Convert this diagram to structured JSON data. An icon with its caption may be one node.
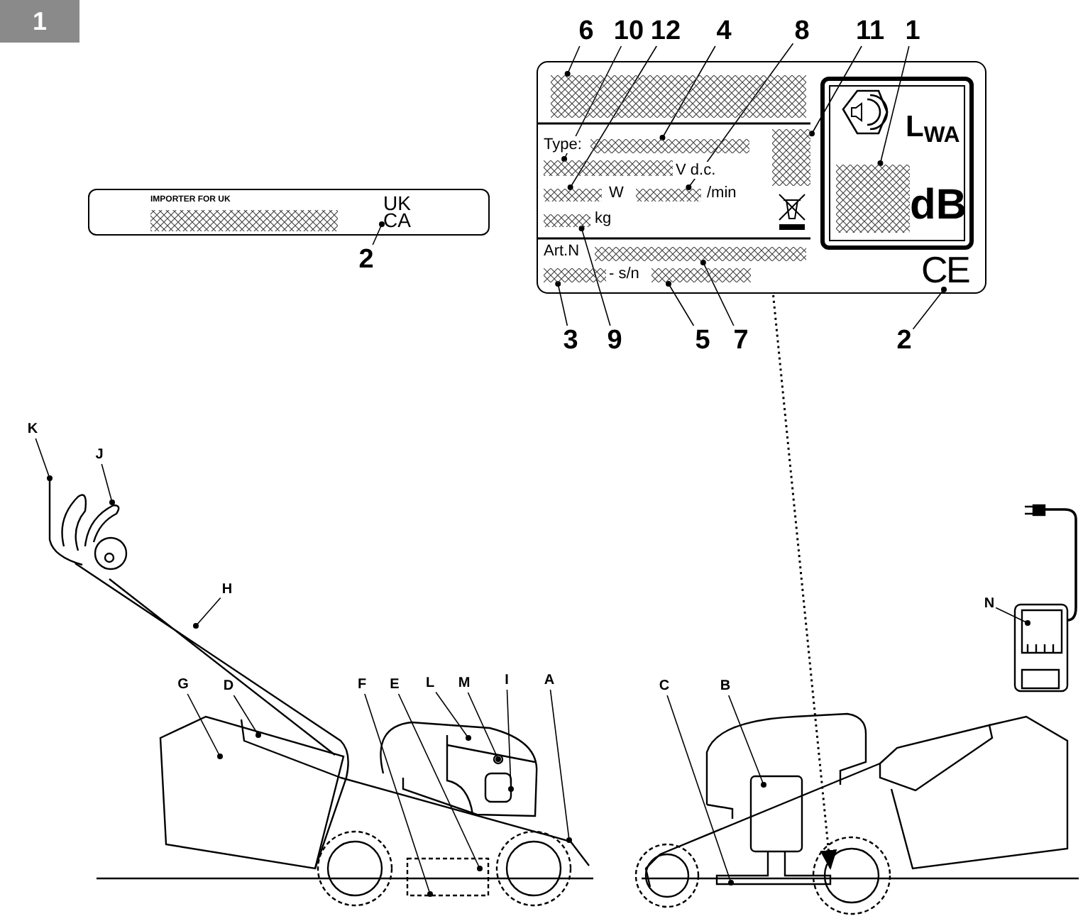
{
  "diagram": {
    "nodes": [
      {
        "text": [
          "IMPORTER FOR UK",
          "UK CA"
        ]
      },
      {
        "text": [
          "Type:",
          "V d.c.",
          "W",
          "/min",
          "kg",
          "Art.N",
          "- s/n"
        ]
      },
      {
        "text": [
          "L$_{WA}$",
          "dB"
        ],
        "in": 1
      },
      {
        "text": [],
        "shape": "box",
        "in": 2
      },
      {
        "text": [],
        "shape": "box",
        "in": 1
      },
      {
        "text": [],
        "shape": "box",
        "in": 1
      },
      {
        "text": [],
        "shape": "box",
        "in": 1
      },
      {
        "text": [],
        "shape": "box",
        "in": 1
      },
      {
        "text": [],
        "shape": "box",
        "in": 1
      },
      {
        "text": [],
        "shape": "box",
        "in": 1
      },
      {
        "text": [],
        "shape": "box",
        "in": 1
      },
      {
        "text": [],
        "shape": "box",
        "in": 1
      },
      {
        "text": [],
        "shape": "box",
        "in": 1
      },
      {
        "text": [],
        "shape": "box",
        "in": 1
      },
      {
        "text": [
          "CE"
        ],
        "in": 1
      },
      {
        "text": [
          "6"
        ]
      },
      {
        "text": [
          "10"
        ]
      },
      {
        "text": [
          "12"
        ]
      },
      {
        "text": [
          "4"
        ]
      },
      {
        "text": [
          "8"
        ]
      },
      {
        "text": [
          "11"
        ]
      },
      {
        "text": [
          "1"
        ]
      },
      {
        "text": [
          "2"
        ]
      },
      {
        "text": [
          "3"
        ]
      },
      {
        "text": [
          "9"
        ]
      },
      {
        "text": [
          "5"
        ]
      },
      {
        "text": [
          "7"
        ]
      },
      {
        "text": [
          "2"
        ]
      },
      {
        "text": [
          "K"
        ]
      },
      {
        "text": [
          "J"
        ]
      },
      {
        "text": [
          "H"
        ]
      },
      {
        "text": [
          "G"
        ]
      },
      {
        "text": [
          "D"
        ]
      },
      {
        "text": [
          "F"
        ]
      },
      {
        "text": [
          "E"
        ]
      },
      {
        "text": [
          "L"
        ]
      },
      {
        "text": [
          "M"
        ]
      },
      {
        "text": [
          "I"
        ]
      },
      {
        "text": [
          "A"
        ]
      },
      {
        "text": [
          "C"
        ]
      },
      {
        "text": [
          "B"
        ]
      },
      {
        "text": [
          "N"
        ]
      }
    ],
    "edges": [
      {
        "from": 15,
        "to": 4,
        "arrow": "other"
      },
      {
        "from": 16,
        "to": 6,
        "arrow": "other"
      },
      {
        "from": 17,
        "to": 8,
        "arrow": "other"
      },
      {
        "from": 18,
        "to": 5,
        "arrow": "other"
      },
      {
        "from": 19,
        "to": 9,
        "arrow": "other"
      },
      {
        "from": 20,
        "to": 7,
        "arrow": "other"
      },
      {
        "from": 21,
        "to": 3,
        "arrow": "other"
      },
      {
        "from": 22,
        "to": null,
        "arrow": "other"
      },
      {
        "from": 23,
        "to": 12,
        "arrow": "other"
      },
      {
        "from": 24,
        "to": 10,
        "arrow": "other"
      },
      {
        "from": 25,
        "to": 13,
        "arrow": "other"
      },
      {
        "from": 26,
        "to": 11,
        "arrow": "other"
      },
      {
        "from": 27,
        "to": 14,
        "arrow": "other"
      },
      {
        "from": 28,
        "to": null,
        "arrow": "other"
      },
      {
        "from": 29,
        "to": null,
        "arrow": "other"
      },
      {
        "from": 30,
        "to": null,
        "arrow": "other"
      },
      {
        "from": 31,
        "to": null,
        "arrow": "other"
      },
      {
        "from": 32,
        "to": null,
        "arrow": "other"
      },
      {
        "from": 33,
        "to": null,
        "arrow": "other"
      },
      {
        "from": 34,
        "to": null,
        "arrow": "other"
      },
      {
        "from": 35,
        "to": null,
        "arrow": "other"
      },
      {
        "from": 36,
        "to": null,
        "arrow": "other"
      },
      {
        "from": 37,
        "to": null,
        "arrow": "other"
      },
      {
        "from": 38,
        "to": null,
        "arrow": "other"
      },
      {
        "from": 39,
        "to": null,
        "arrow": "other"
      },
      {
        "from": 40,
        "to": null,
        "arrow": "other"
      },
      {
        "from": 41,
        "to": null,
        "arrow": "other"
      },
      {
        "from": 1,
        "to": null,
        "arrow": "to",
        "style": "dashed"
      }
    ],
    "labels": [
      "1"
    ]
  }
}
